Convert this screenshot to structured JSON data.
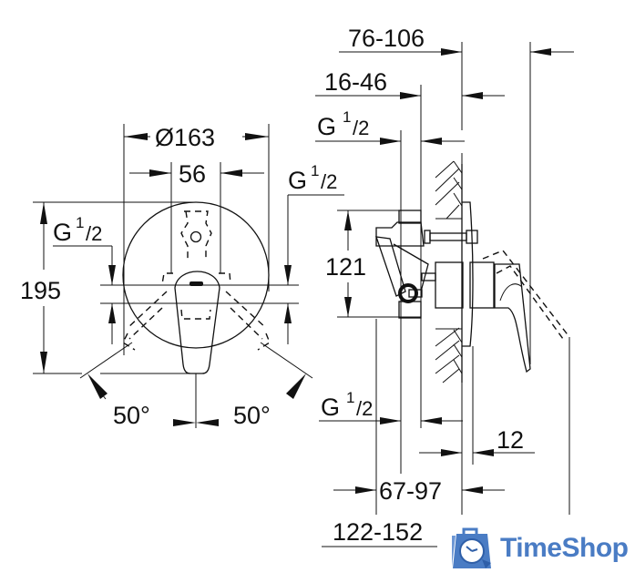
{
  "drawing": {
    "title": "Concealed single-lever mixer dimension drawing",
    "front_view": {
      "diameter_label": "Ø163",
      "spacing_label": "56",
      "height_label": "195",
      "thread_left": {
        "base": "G",
        "num": "1",
        "den": "/2"
      },
      "thread_right": {
        "base": "G",
        "num": "1",
        "den": "/2"
      },
      "angle_left": "50°",
      "angle_right": "50°"
    },
    "side_view": {
      "dim_76_106": "76-106",
      "dim_16_46": "16-46",
      "thread_top": {
        "base": "G",
        "num": "1",
        "den": "/2"
      },
      "dim_121": "121",
      "thread_bottom": {
        "base": "G",
        "num": "1",
        "den": "/2"
      },
      "dim_12": "12",
      "dim_67_97": "67-97",
      "dim_122_152": "122-152"
    }
  },
  "watermark": {
    "brand": "TimeShop",
    "icon": "clock-bag-icon",
    "color": "#4a7cc4"
  }
}
